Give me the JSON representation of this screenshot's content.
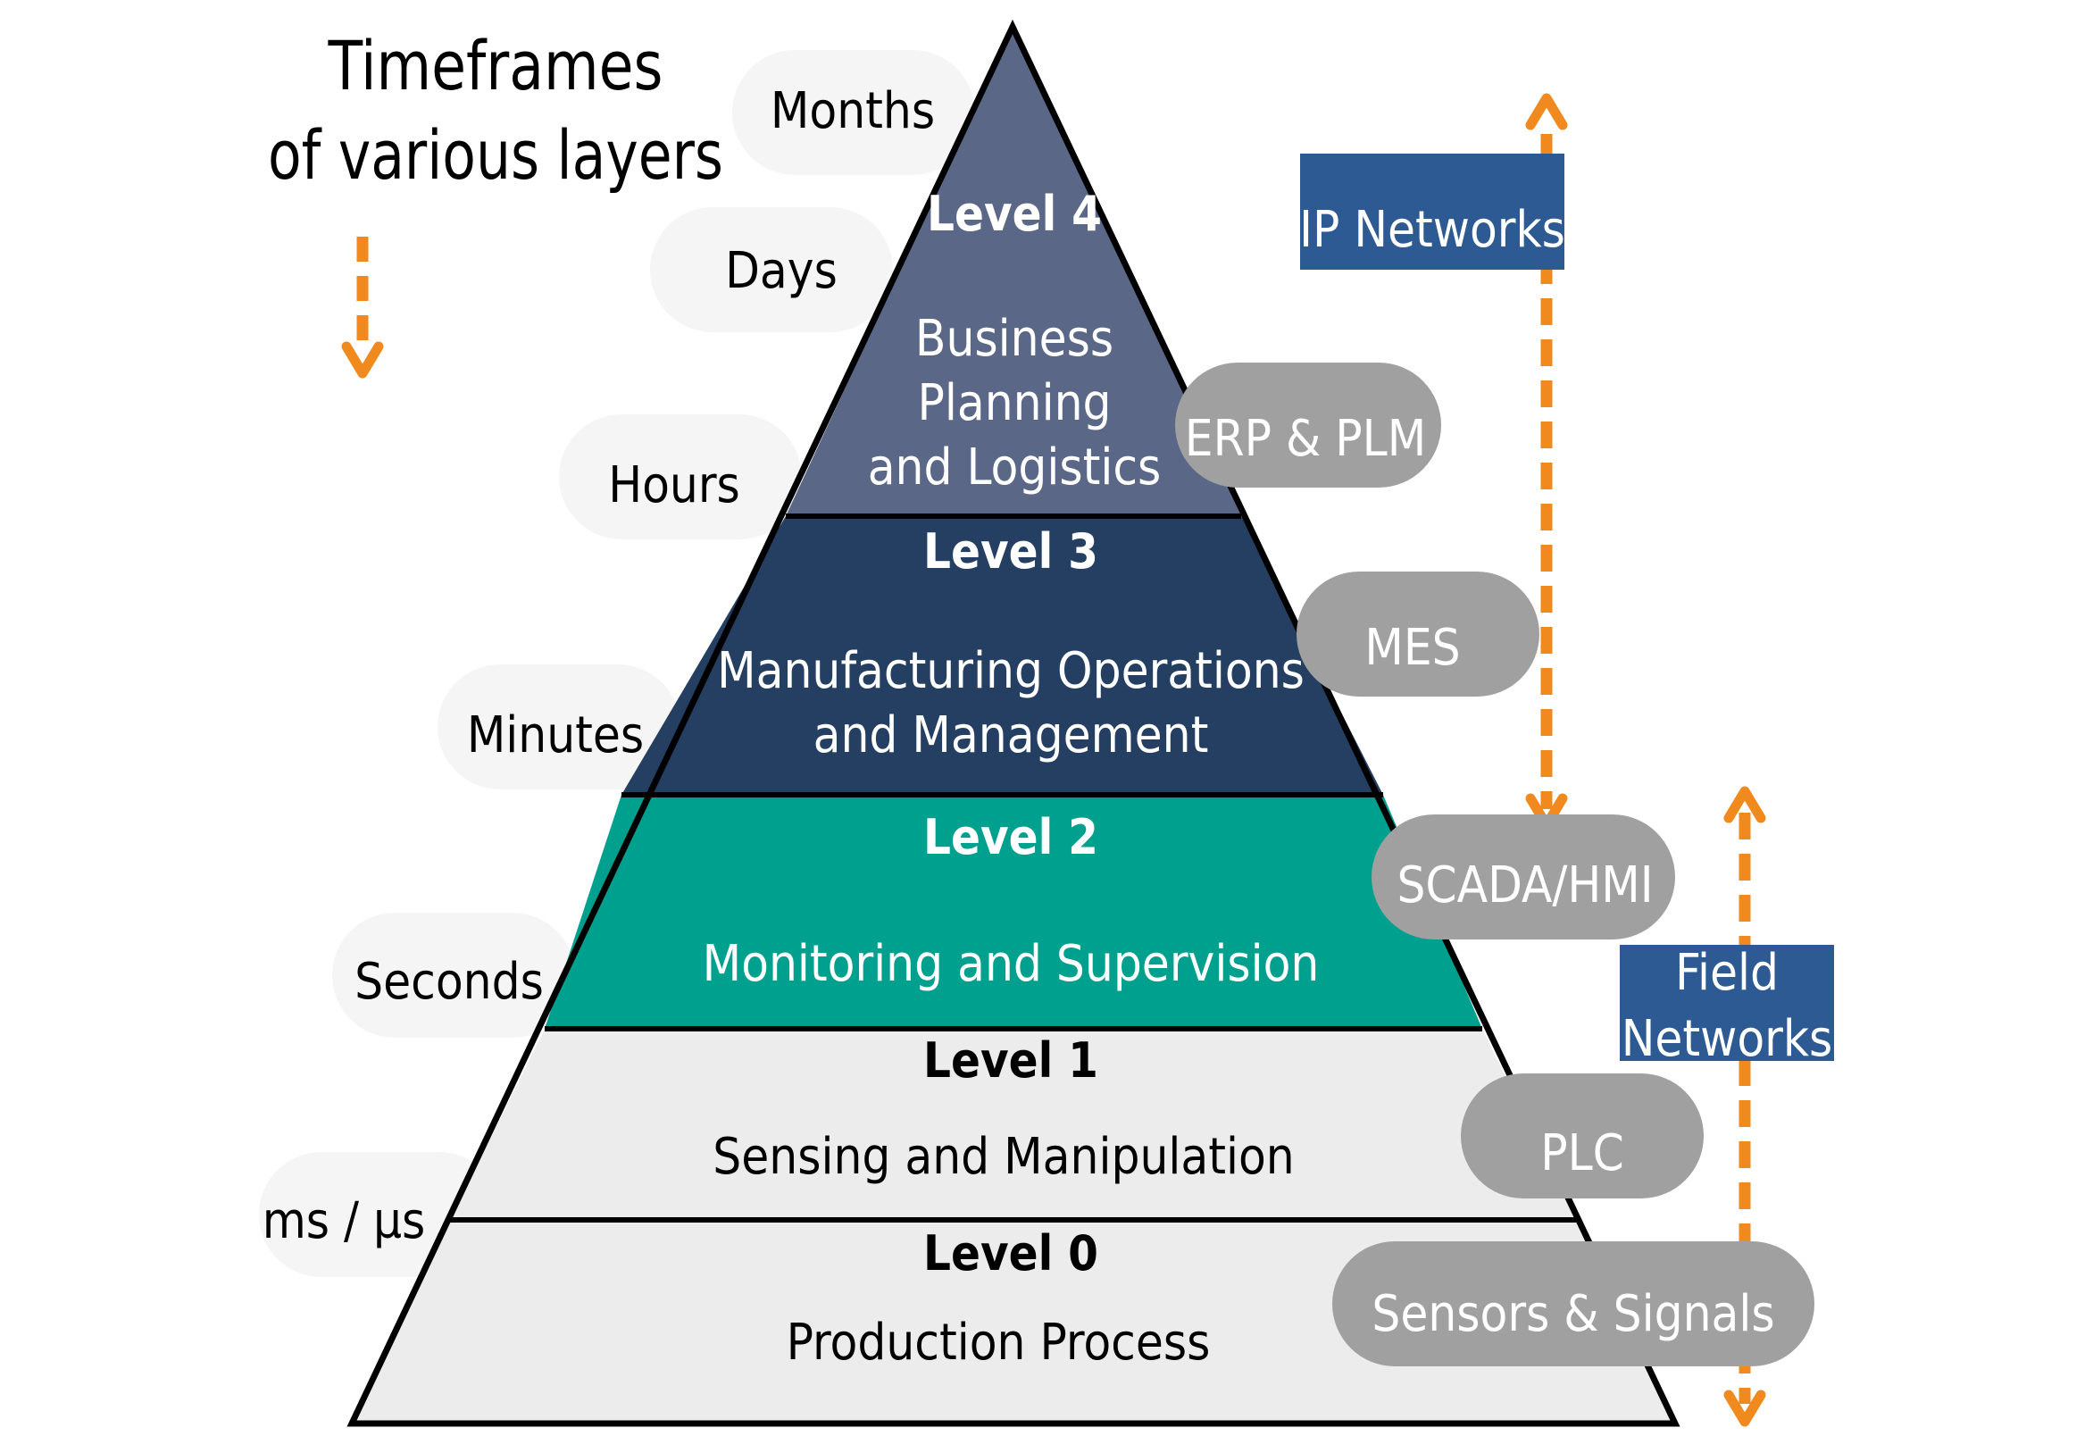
{
  "title": {
    "line1": "Timeframes",
    "line2": "of various layers"
  },
  "timeframes": [
    "Months",
    "Days",
    "Hours",
    "Minutes",
    "Seconds",
    "ms / µs"
  ],
  "levels": [
    {
      "id": "level4",
      "name": "Level 4",
      "desc": [
        "Business",
        "Planning",
        "and Logistics"
      ],
      "fill": "#5a6787",
      "text": "#ffffff"
    },
    {
      "id": "level3",
      "name": "Level 3",
      "desc": [
        "Manufacturing Operations",
        "and Management"
      ],
      "fill": "#253f63",
      "text": "#ffffff"
    },
    {
      "id": "level2",
      "name": "Level 2",
      "desc": [
        "Monitoring and Supervision"
      ],
      "fill": "#00a08e",
      "text": "#ffffff"
    },
    {
      "id": "level1",
      "name": "Level 1",
      "desc": [
        "Sensing and Manipulation"
      ],
      "fill": "#ececec",
      "text": "#000000"
    },
    {
      "id": "level0",
      "name": "Level 0",
      "desc": [
        "Production Process"
      ],
      "fill": "#ececec",
      "text": "#000000"
    }
  ],
  "systems": [
    "ERP & PLM",
    "MES",
    "SCADA/HMI",
    "PLC",
    "Sensors & Signals"
  ],
  "networks": {
    "ip": "IP Networks",
    "field": [
      "Field",
      "Networks"
    ]
  },
  "colors": {
    "arrow": "#f08a1e",
    "network_box": "#2d5a93",
    "system_pill": "#a0a0a0",
    "timeframe_pill": "#f5f5f5",
    "outline": "#000000"
  }
}
